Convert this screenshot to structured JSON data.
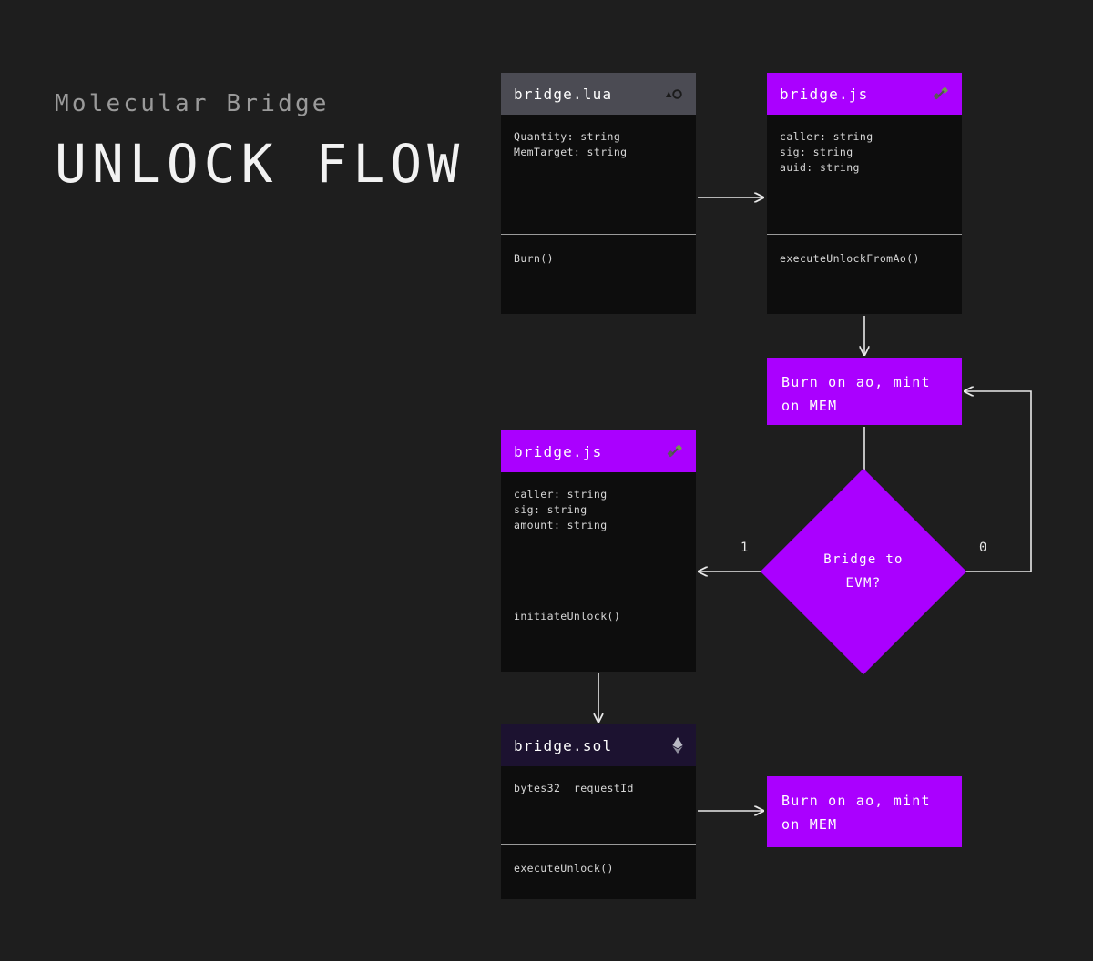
{
  "header": {
    "subtitle": "Molecular Bridge",
    "title": "UNLOCK FLOW"
  },
  "colors": {
    "background": "#1e1e1e",
    "accent_purple": "#aa00ff",
    "card_body": "#0d0d0d",
    "header_gray": "#4b4b53",
    "header_navy": "#1c1230",
    "edge_stroke": "#e8e8e8",
    "text_primary": "#ffffff",
    "text_muted": "#9a9a9a"
  },
  "cards": [
    {
      "id": "bridge-lua",
      "title": "bridge.lua",
      "icon": "ao-logo-icon",
      "header_style": "gray",
      "fields": [
        "Quantity: string",
        "MemTarget: string"
      ],
      "methods": [
        "Burn()"
      ]
    },
    {
      "id": "bridge-js-1",
      "title": "bridge.js",
      "icon": "javascript-node-icon",
      "header_style": "purple",
      "fields": [
        "caller: string",
        "sig: string",
        "auid: string"
      ],
      "methods": [
        "executeUnlockFromAo()"
      ]
    },
    {
      "id": "bridge-js-2",
      "title": "bridge.js",
      "icon": "javascript-node-icon",
      "header_style": "purple",
      "fields": [
        "caller: string",
        "sig: string",
        "amount: string"
      ],
      "methods": [
        "initiateUnlock()"
      ]
    },
    {
      "id": "bridge-sol",
      "title": "bridge.sol",
      "icon": "ethereum-icon",
      "header_style": "navy",
      "fields": [
        "bytes32 _requestId"
      ],
      "methods": [
        "executeUnlock()"
      ]
    }
  ],
  "process_nodes": [
    {
      "id": "burn-mint-top",
      "line1": "Burn on ao, mint",
      "line2": "on MEM"
    },
    {
      "id": "burn-mint-bottom",
      "line1": "Burn on ao, mint",
      "line2": "on MEM"
    }
  ],
  "decision": {
    "id": "bridge-to-evm",
    "line1": "Bridge to",
    "line2": "EVM?"
  },
  "edge_labels": {
    "branch_true": "1",
    "branch_false": "0"
  }
}
